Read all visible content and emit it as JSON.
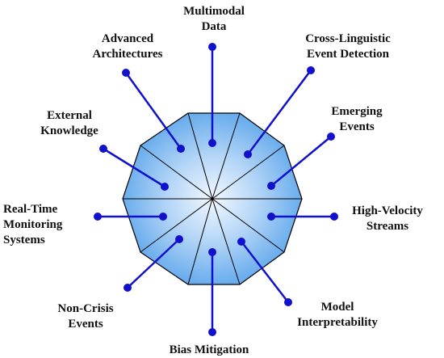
{
  "diagram": {
    "colors": {
      "polygon_center": "#f2f8ff",
      "polygon_mid": "#b5d6f7",
      "polygon_edge": "#5aa4eb",
      "polygon_stroke": "#000000",
      "spoke": "#1111cc",
      "dot": "#1111cc",
      "text": "#111111"
    },
    "topics": [
      {
        "lines": [
          "Multimodal",
          "Data"
        ]
      },
      {
        "lines": [
          "Cross-Linguistic",
          "Event Detection"
        ]
      },
      {
        "lines": [
          "Emerging",
          "Events"
        ]
      },
      {
        "lines": [
          "High-Velocity",
          "Streams"
        ]
      },
      {
        "lines": [
          "Model",
          "Interpretability"
        ]
      },
      {
        "lines": [
          "Bias Mitigation"
        ]
      },
      {
        "lines": [
          "Non-Crisis",
          "Events"
        ]
      },
      {
        "lines": [
          "Real-Time",
          "Monitoring",
          "Systems"
        ]
      },
      {
        "lines": [
          "External",
          "Knowledge"
        ]
      },
      {
        "lines": [
          "Advanced",
          "Architectures"
        ]
      }
    ]
  }
}
